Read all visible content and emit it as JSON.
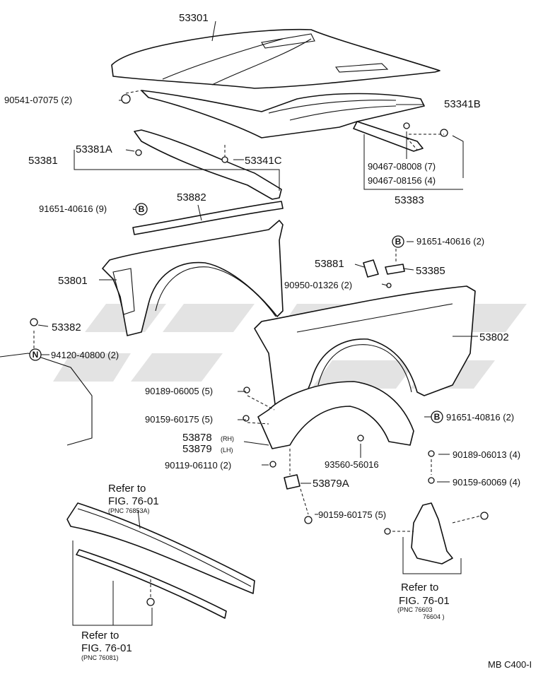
{
  "labels": {
    "l53301": "53301",
    "l90541": "90541-07075 (2)",
    "l53341B": "53341B",
    "l53381": "53381",
    "l53381A": "53381A",
    "l53341C": "53341C",
    "l90467a": "90467-08008 (7)",
    "l90467b": "90467-08156 (4)",
    "l53383": "53383",
    "l53882": "53882",
    "l91651a": "91651-40616 (9)",
    "l91651b": "91651-40616 (2)",
    "l53881": "53881",
    "l53385": "53385",
    "l53801": "53801",
    "l90950": "90950-01326 (2)",
    "l53382": "53382",
    "l53802": "53802",
    "l94120": "94120-40800 (2)",
    "l90189a": "90189-06005 (5)",
    "l90159a": "90159-60175 (5)",
    "l91651c": "91651-40816 (2)",
    "l53878": "53878",
    "l53878s": "(RH)",
    "l53879": "53879",
    "l53879s": "(LH)",
    "l90189b": "90189-06013 (4)",
    "l90119": "90119-06110 (2)",
    "l93560": "93560-56016",
    "l53879A": "53879A",
    "l90159b": "90159-60069 (4)",
    "l90159c": "90159-60175 (5)",
    "ref1a": "Refer to",
    "ref1b": "FIG. 76-01",
    "ref1c": "(PNC 76853A)",
    "ref2a": "Refer to",
    "ref2b": "FIG. 76-01",
    "ref2c": "(PNC 76603",
    "ref2d": "76604 )",
    "ref3a": "Refer to",
    "ref3b": "FIG. 76-01",
    "ref3c": "(PNC 76081)",
    "code": "MB C400-I"
  },
  "markers": {
    "b1": "B",
    "b2": "B",
    "b3": "B",
    "n1": "N"
  }
}
